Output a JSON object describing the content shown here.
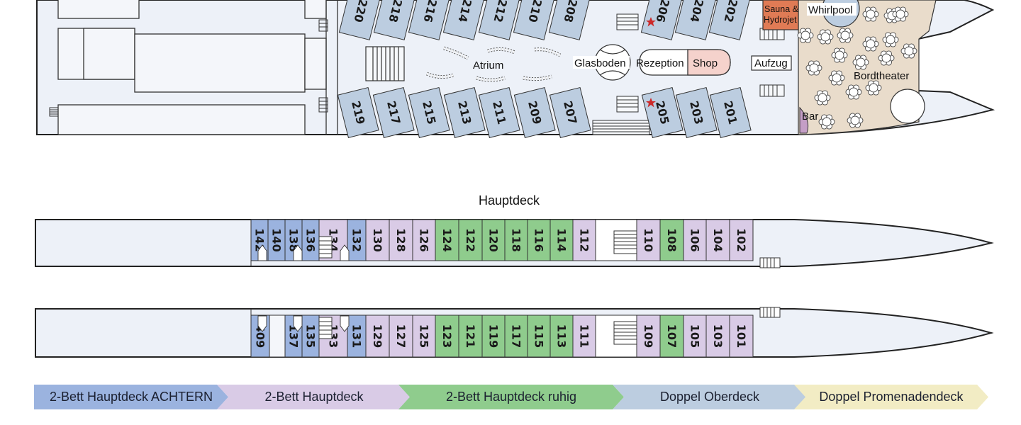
{
  "colors": {
    "achtern": "#9bb3df",
    "hauptdeck": "#d9cbe6",
    "ruhig": "#8fcc8d",
    "oberdeck": "#bccde0",
    "promenade": "#f2ecc4",
    "hull": "#edf1f8",
    "theater": "#e9dccb",
    "sauna": "#e07b55",
    "shop": "#f5d2cc",
    "star": "#cc2a2a"
  },
  "upper_deck": {
    "top_cabins": [
      "220",
      "218",
      "216",
      "214",
      "212",
      "210",
      "208",
      "206",
      "204",
      "202",
      "201"
    ],
    "bottom_cabins": [
      "219",
      "217",
      "215",
      "213",
      "211",
      "209",
      "207",
      "205",
      "203",
      "201"
    ],
    "labels": {
      "atrium": "Atrium",
      "glasboden": "Glasboden",
      "rezeption": "Rezeption",
      "shop": "Shop",
      "aufzug": "Aufzug",
      "sauna_line1": "Sauna &",
      "sauna_line2": "Hydrojet",
      "whirlpool": "Whirlpool",
      "bordtheater": "Bordtheater",
      "bar": "Bar"
    }
  },
  "main_deck": {
    "title": "Hauptdeck",
    "top_cabins": [
      {
        "num": "142",
        "cat": "achtern"
      },
      {
        "num": "140",
        "cat": "achtern"
      },
      {
        "num": "138",
        "cat": "achtern"
      },
      {
        "num": "136",
        "cat": "achtern"
      },
      {
        "num": "134",
        "cat": "hauptdeck"
      },
      {
        "num": "132",
        "cat": "achtern"
      },
      {
        "num": "130",
        "cat": "hauptdeck"
      },
      {
        "num": "128",
        "cat": "hauptdeck"
      },
      {
        "num": "126",
        "cat": "hauptdeck"
      },
      {
        "num": "124",
        "cat": "ruhig"
      },
      {
        "num": "122",
        "cat": "ruhig"
      },
      {
        "num": "120",
        "cat": "ruhig"
      },
      {
        "num": "118",
        "cat": "ruhig"
      },
      {
        "num": "116",
        "cat": "ruhig"
      },
      {
        "num": "114",
        "cat": "ruhig"
      },
      {
        "num": "112",
        "cat": "hauptdeck"
      },
      {
        "num": "110",
        "cat": "hauptdeck"
      },
      {
        "num": "108",
        "cat": "ruhig"
      },
      {
        "num": "106",
        "cat": "hauptdeck"
      },
      {
        "num": "104",
        "cat": "hauptdeck"
      },
      {
        "num": "102",
        "cat": "hauptdeck"
      }
    ],
    "bottom_cabins": [
      {
        "num": "409",
        "cat": "achtern"
      },
      {
        "num": "137",
        "cat": "achtern"
      },
      {
        "num": "135",
        "cat": "achtern"
      },
      {
        "num": "133",
        "cat": "hauptdeck"
      },
      {
        "num": "131",
        "cat": "achtern"
      },
      {
        "num": "129",
        "cat": "hauptdeck"
      },
      {
        "num": "127",
        "cat": "hauptdeck"
      },
      {
        "num": "125",
        "cat": "hauptdeck"
      },
      {
        "num": "123",
        "cat": "ruhig"
      },
      {
        "num": "121",
        "cat": "ruhig"
      },
      {
        "num": "119",
        "cat": "ruhig"
      },
      {
        "num": "117",
        "cat": "ruhig"
      },
      {
        "num": "115",
        "cat": "ruhig"
      },
      {
        "num": "113",
        "cat": "ruhig"
      },
      {
        "num": "111",
        "cat": "hauptdeck"
      },
      {
        "num": "109",
        "cat": "hauptdeck"
      },
      {
        "num": "107",
        "cat": "ruhig"
      },
      {
        "num": "105",
        "cat": "hauptdeck"
      },
      {
        "num": "103",
        "cat": "hauptdeck"
      },
      {
        "num": "101",
        "cat": "hauptdeck"
      }
    ]
  },
  "legend": [
    {
      "label": "2-Bett Hauptdeck ACHTERN",
      "cat": "achtern"
    },
    {
      "label": "2-Bett Hauptdeck",
      "cat": "hauptdeck"
    },
    {
      "label": "2-Bett Hauptdeck ruhig",
      "cat": "ruhig"
    },
    {
      "label": "Doppel Oberdeck",
      "cat": "oberdeck"
    },
    {
      "label": "Doppel Promenadendeck",
      "cat": "promenade"
    }
  ]
}
